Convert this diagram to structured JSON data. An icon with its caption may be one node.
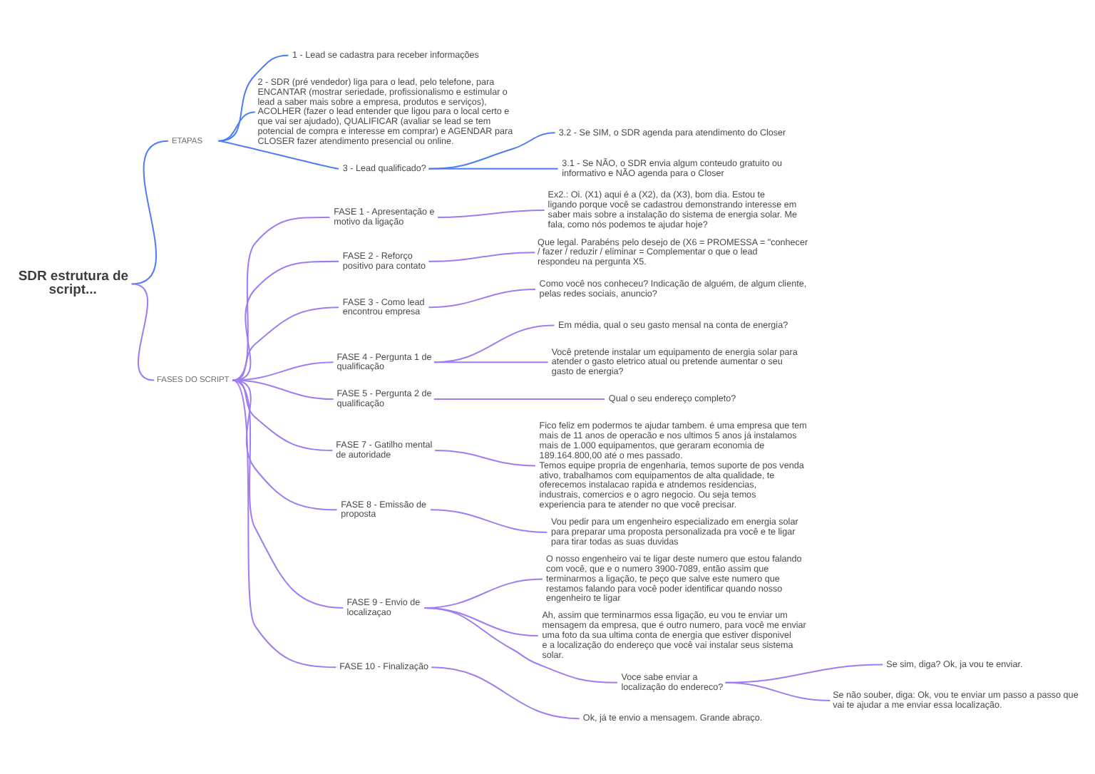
{
  "diagram": {
    "nodes": [
      {
        "text": [
          "SDR estrutura de script..."
        ]
      },
      {
        "text": [
          "ETAPAS"
        ]
      },
      {
        "text": [
          "1 - Lead se cadastra para receber informações"
        ]
      },
      {
        "text": [
          "2 - SDR (pré vendedor) liga para o lead, pelo telefone, para ENCANTAR (mostrar seriedade, profissionalismo e estimular o lead a saber mais sobre a empresa, produtos e serviços), ACOLHER (fazer o lead entender que ligou para o local certo e que vai ser ajudado), QUALIFICAR (avaliar se lead se tem potencial de compra e interesse em comprar) e AGENDAR para CLOSER fazer atendimento presencial ou online."
        ]
      },
      {
        "text": [
          "3 - Lead qualificado?"
        ]
      },
      {
        "text": [
          "3.2 - Se SIM, o SDR agenda para atendimento do Closer"
        ]
      },
      {
        "text": [
          "3.1 - Se NÃO, o SDR envia algum conteudo gratuito ou informativo e NÃO agenda para o Closer"
        ]
      },
      {
        "text": [
          "FASES DO SCRIPT"
        ]
      },
      {
        "text": [
          "FASE 1 - Apresentação e motivo da ligação"
        ]
      },
      {
        "text": [
          "Ex2.: Oi. (X1) aqui é a (X2), da (X3), bom dia. Estou te ligando porque você se cadastrou demonstrando interesse em saber mais sobre a instalação do sistema de energia solar. Me fala, como nós podemos te ajudar hoje?"
        ]
      },
      {
        "text": [
          "FASE 2 - Reforço positivo para contato"
        ]
      },
      {
        "text": [
          "Que legal. Parabéns pelo desejo de (X6 = PROMESSA = \"conhecer / fazer / reduzir / eliminar = Complementar o que o lead respondeu na pergunta X5."
        ]
      },
      {
        "text": [
          "FASE 3 - Como lead encontrou empresa"
        ]
      },
      {
        "text": [
          "Como você nos conheceu? Indicação de alguém, de algum cliente, pelas redes sociais, anuncio?"
        ]
      },
      {
        "text": [
          "FASE 4 - Pergunta 1 de qualificação"
        ]
      },
      {
        "text": [
          "Em média, qual o seu gasto mensal na conta de energia?"
        ]
      },
      {
        "text": [
          "Você pretende instalar um equipamento de energia solar para atender o gasto eletrico atual ou pretende aumentar o seu gasto de energia?"
        ]
      },
      {
        "text": [
          "FASE 5 - Pergunta 2 de qualificação"
        ]
      },
      {
        "text": [
          "Qual o seu endereço completo?"
        ]
      },
      {
        "text": [
          "FASE 7 - Gatilho mental de autoridade"
        ]
      },
      {
        "text": [
          "Fico feliz em podermos te ajudar tambem. é uma empresa que tem mais de 11 anos de operacão e nos ultimos 5 anos já instalamos mais de 1.000 equipamentos, que geraram economia de 189.164.800,00 até o mes passado.",
          "Temos equipe propria de engenharia, temos suporte de pos venda ativo, trabalhamos com equipamentos de alta qualidade, te oferecemos instalacao rapida e atndemos residencias, industrais, comercios e o agro negocio. Ou seja temos experiencia para te atender no que você precisar."
        ]
      },
      {
        "text": [
          "FASE 8 - Emissão de proposta"
        ]
      },
      {
        "text": [
          "Vou pedir para um engenheiro especializado em energia solar para preparar uma proposta personalizada pra você e te ligar para tirar todas as suas duvidas"
        ]
      },
      {
        "text": [
          "FASE 9 - Envio de localizaçao"
        ]
      },
      {
        "text": [
          "O nosso engenheiro vai te ligar deste numero que estou falando com você, que e o numero 3900-7089, então assim que terminarmos a ligação, te peço que salve este numero que restamos falando para você poder identificar quando nosso engenheiro te ligar"
        ]
      },
      {
        "text": [
          "Ah, assim que terminarmos essa ligação, eu vou te enviar um mensagem da empresa, que é outro numero, para você me enviar uma foto da sua ultima conta de energia que estiver disponivel e a localização do endereço que você vai instalar seus sistema solar."
        ]
      },
      {
        "text": [
          "Voce sabe enviar a localização do endereco?"
        ]
      },
      {
        "text": [
          "Se sim, diga? Ok, ja vou te enviar."
        ]
      },
      {
        "text": [
          "Se não souber, diga: Ok, vou te enviar um passo a passo que vai te ajudar a me enviar essa localização."
        ]
      },
      {
        "text": [
          "FASE 10 - Finalização"
        ]
      },
      {
        "text": [
          "Ok, já te envio a mensagem. Grande abraço."
        ]
      }
    ],
    "edges": [
      {
        "from": 0,
        "to": 1,
        "arrow": "none",
        "color": "#4d7cf4"
      },
      {
        "from": 1,
        "to": 2,
        "arrow": "none",
        "color": "#4d7cf4"
      },
      {
        "from": 1,
        "to": 3,
        "arrow": "none",
        "color": "#4d7cf4"
      },
      {
        "from": 1,
        "to": 4,
        "arrow": "none",
        "color": "#4d7cf4"
      },
      {
        "from": 4,
        "to": 5,
        "arrow": "none",
        "color": "#4d7cf4"
      },
      {
        "from": 4,
        "to": 6,
        "arrow": "none",
        "color": "#4d7cf4"
      },
      {
        "from": 0,
        "to": 7,
        "arrow": "none"
      },
      {
        "from": 7,
        "to": 8,
        "arrow": "none"
      },
      {
        "from": 7,
        "to": 10,
        "arrow": "none"
      },
      {
        "from": 7,
        "to": 12,
        "arrow": "none"
      },
      {
        "from": 7,
        "to": 14,
        "arrow": "none"
      },
      {
        "from": 7,
        "to": 17,
        "arrow": "none"
      },
      {
        "from": 7,
        "to": 19,
        "arrow": "none"
      },
      {
        "from": 7,
        "to": 21,
        "arrow": "none"
      },
      {
        "from": 7,
        "to": 23,
        "arrow": "none"
      },
      {
        "from": 7,
        "to": 29,
        "arrow": "none"
      },
      {
        "from": 8,
        "to": 9,
        "arrow": "none"
      },
      {
        "from": 10,
        "to": 11,
        "arrow": "none"
      },
      {
        "from": 12,
        "to": 13,
        "arrow": "none"
      },
      {
        "from": 14,
        "to": 15,
        "arrow": "none"
      },
      {
        "from": 14,
        "to": 16,
        "arrow": "none"
      },
      {
        "from": 17,
        "to": 18,
        "arrow": "none"
      },
      {
        "from": 19,
        "to": 20,
        "arrow": "none"
      },
      {
        "from": 21,
        "to": 22,
        "arrow": "none"
      },
      {
        "from": 23,
        "to": 24,
        "arrow": "none"
      },
      {
        "from": 23,
        "to": 25,
        "arrow": "none"
      },
      {
        "from": 23,
        "to": 26,
        "arrow": "none"
      },
      {
        "from": 26,
        "to": 27,
        "arrow": "none"
      },
      {
        "from": 26,
        "to": 28,
        "arrow": "none"
      },
      {
        "from": 29,
        "to": 30,
        "arrow": "none"
      }
    ]
  }
}
